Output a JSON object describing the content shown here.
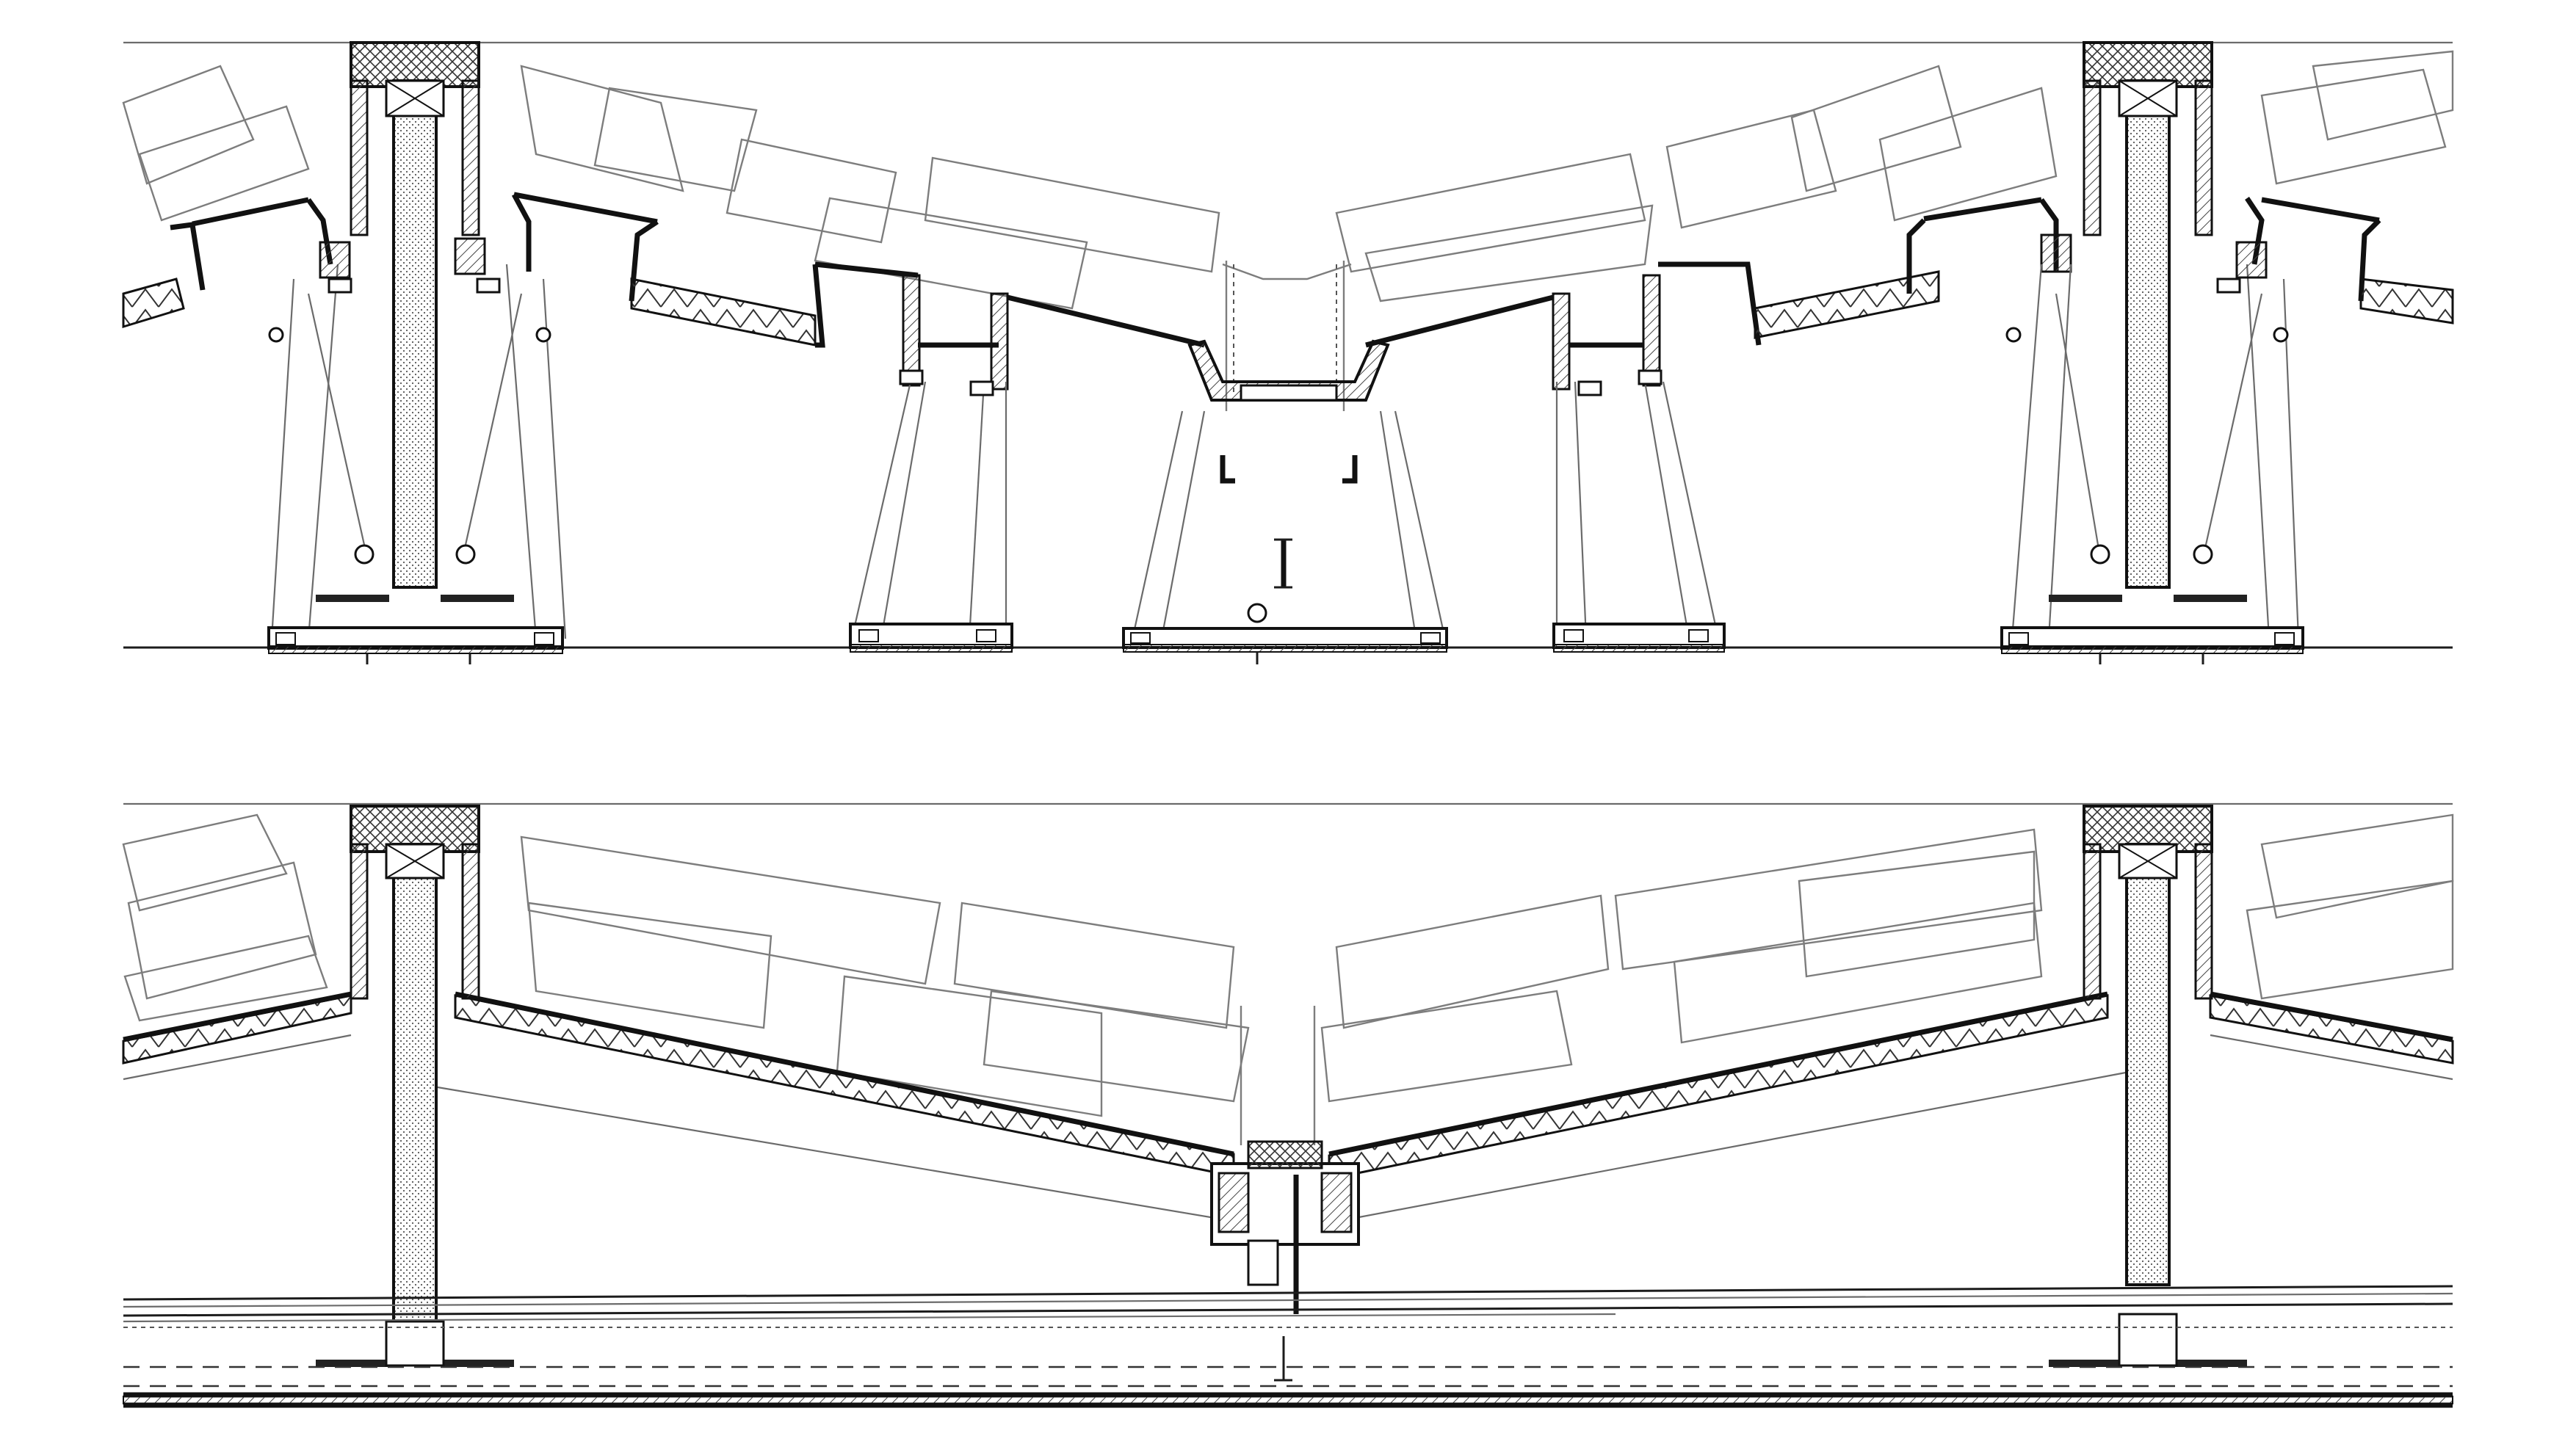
{
  "drawing": {
    "kind": "architectural roof section details",
    "views": [
      {
        "id": "upper-section",
        "description_visible_text": ""
      },
      {
        "id": "lower-section",
        "description_visible_text": ""
      }
    ],
    "colors": {
      "line": "#111111",
      "ghost_line": "#7d7d7d",
      "background": "#ffffff"
    }
  }
}
